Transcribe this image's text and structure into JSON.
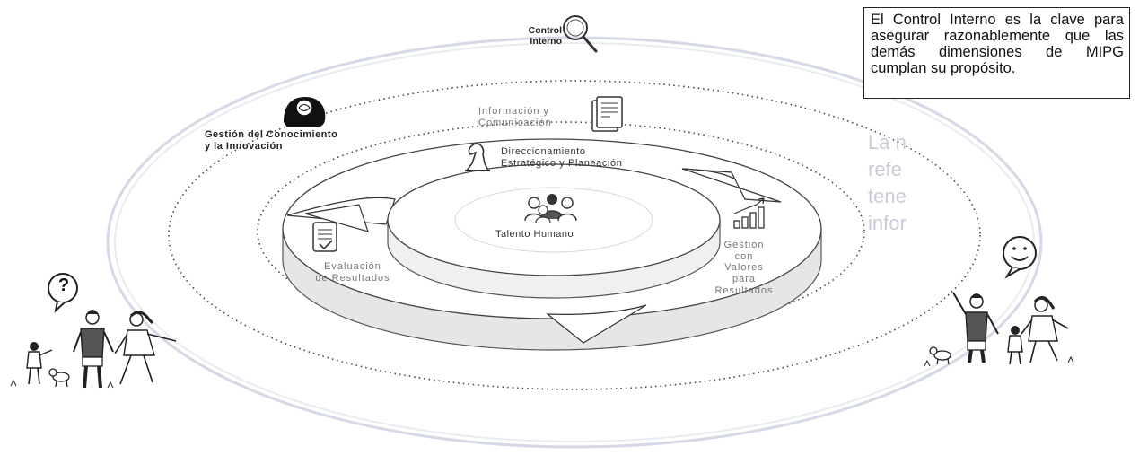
{
  "diagram": {
    "outer_label": [
      "Control",
      "Interno"
    ],
    "knowledge_label": [
      "Gestión del Conocimiento",
      "y la Innovación"
    ],
    "info_label": [
      "Información y",
      "Comunicación"
    ],
    "planning_label": [
      "Direccionamiento",
      "Estratégico y Planeación"
    ],
    "talent_label": "Talento Humano",
    "values_label": [
      "Gestión con",
      "Valores para",
      "Resultados"
    ],
    "evaluation_label": [
      "Evaluación",
      "de Resultados"
    ]
  },
  "callout": {
    "text": "El Control Interno es la clave para asegurar razonablemente que las demás dimensiones de MIPG cumplan su propósito."
  },
  "background_text": {
    "line1": "La n",
    "line2": "refe",
    "line3": "tene",
    "line4": "infor"
  },
  "icons": {
    "magnifier": "magnifier-icon",
    "head": "brain-head-icon",
    "document": "document-icon",
    "chess": "chess-knight-icon",
    "people": "people-group-icon",
    "chart": "bar-chart-icon",
    "checklist": "checklist-icon",
    "question": "question-bubble-icon",
    "smiley": "smiley-bubble-icon"
  },
  "colors": {
    "line": "#333333",
    "ring_fill": "#ffffff",
    "ring_side": "#e6e6e6",
    "faded_text": "#c9ccd8",
    "arc_glow": "#d5d8e6"
  }
}
